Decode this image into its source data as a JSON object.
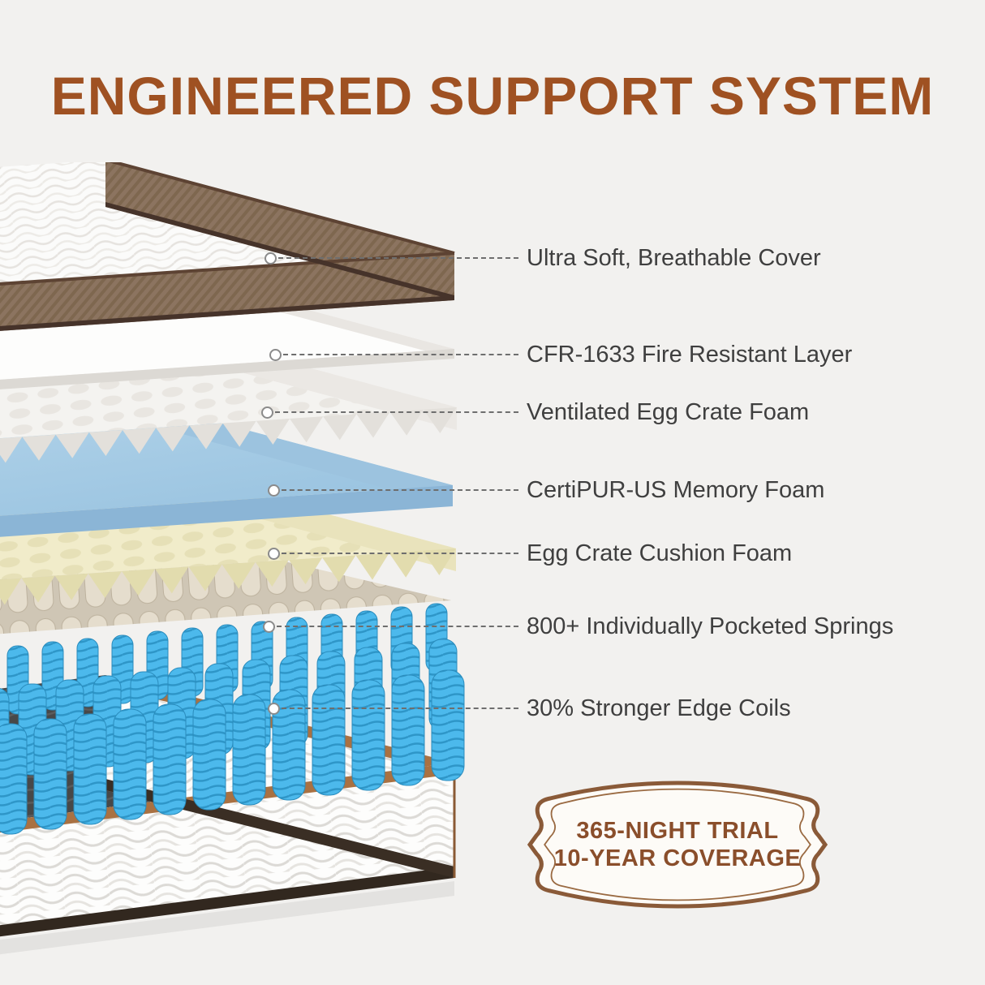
{
  "title": {
    "text": "ENGINEERED SUPPORT SYSTEM",
    "color": "#9F5122"
  },
  "background": "#F2F1EF",
  "callouts": [
    {
      "text": "Ultra Soft, Breathable Cover"
    },
    {
      "text": "CFR-1633 Fire Resistant Layer"
    },
    {
      "text": "Ventilated Egg Crate Foam"
    },
    {
      "text": "CertiPUR-US Memory Foam"
    },
    {
      "text": "Egg Crate Cushion Foam"
    },
    {
      "text": "800+ Individually Pocketed Springs"
    },
    {
      "text": "30% Stronger Edge Coils"
    }
  ],
  "badge": {
    "line1": "365-NIGHT TRIAL",
    "line2": "10-YEAR COVERAGE",
    "text_color": "#8A4E2B",
    "border_color": "#8A5A38"
  },
  "illustration": {
    "subject": "mattress-exploded-layers",
    "layers": [
      "cover",
      "fire-resistant-layer",
      "egg-crate-foam",
      "memory-foam",
      "cushion-foam",
      "pocketed-springs",
      "base"
    ],
    "colors": {
      "memory_foam": "#A7CBE5",
      "springs": "#4CB9EC",
      "cover_band": "#8C7460",
      "cushion_foam": "#F1ECCC",
      "base_trim": "#A97142"
    }
  }
}
